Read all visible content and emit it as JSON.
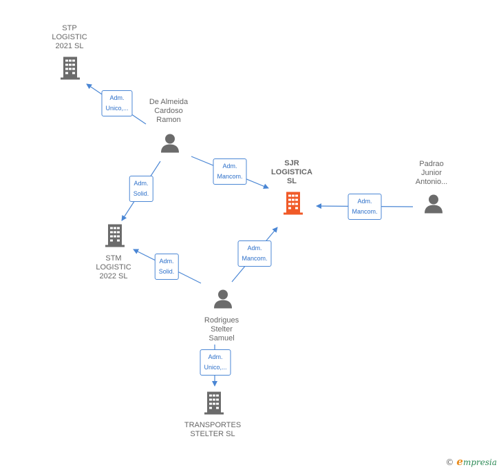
{
  "nodes": {
    "stp": {
      "label": "STP\nLOGISTIC\n2021  SL",
      "type": "company"
    },
    "stm": {
      "label": "STM\nLOGISTIC\n2022  SL",
      "type": "company"
    },
    "sjr": {
      "label": "SJR\nLOGISTICA\nSL",
      "type": "company-main"
    },
    "transportes": {
      "label": "TRANSPORTES\nSTELTER  SL",
      "type": "company"
    },
    "de_almeida": {
      "label": "De Almeida\nCardoso\nRamon",
      "type": "person"
    },
    "padrao": {
      "label": "Padrao\nJunior\nAntonio...",
      "type": "person"
    },
    "rodrigues": {
      "label": "Rodrigues\nStelter\nSamuel",
      "type": "person"
    }
  },
  "edges": {
    "e1": {
      "label": "Adm.\nUnico,..."
    },
    "e2": {
      "label": "Adm.\nMancom."
    },
    "e3": {
      "label": "Adm.\nSolid."
    },
    "e4": {
      "label": "Adm.\nMancom."
    },
    "e5": {
      "label": "Adm.\nSolid."
    },
    "e6": {
      "label": "Adm.\nMancom."
    },
    "e7": {
      "label": "Adm.\nUnico,..."
    }
  },
  "colors": {
    "edge": "#4a86d4",
    "company": "#6b6b6b",
    "main_company": "#f05a28",
    "person": "#6b6b6b"
  },
  "footer": {
    "copyright_symbol": "©",
    "brand_first": "e",
    "brand_rest": "mpresia"
  }
}
